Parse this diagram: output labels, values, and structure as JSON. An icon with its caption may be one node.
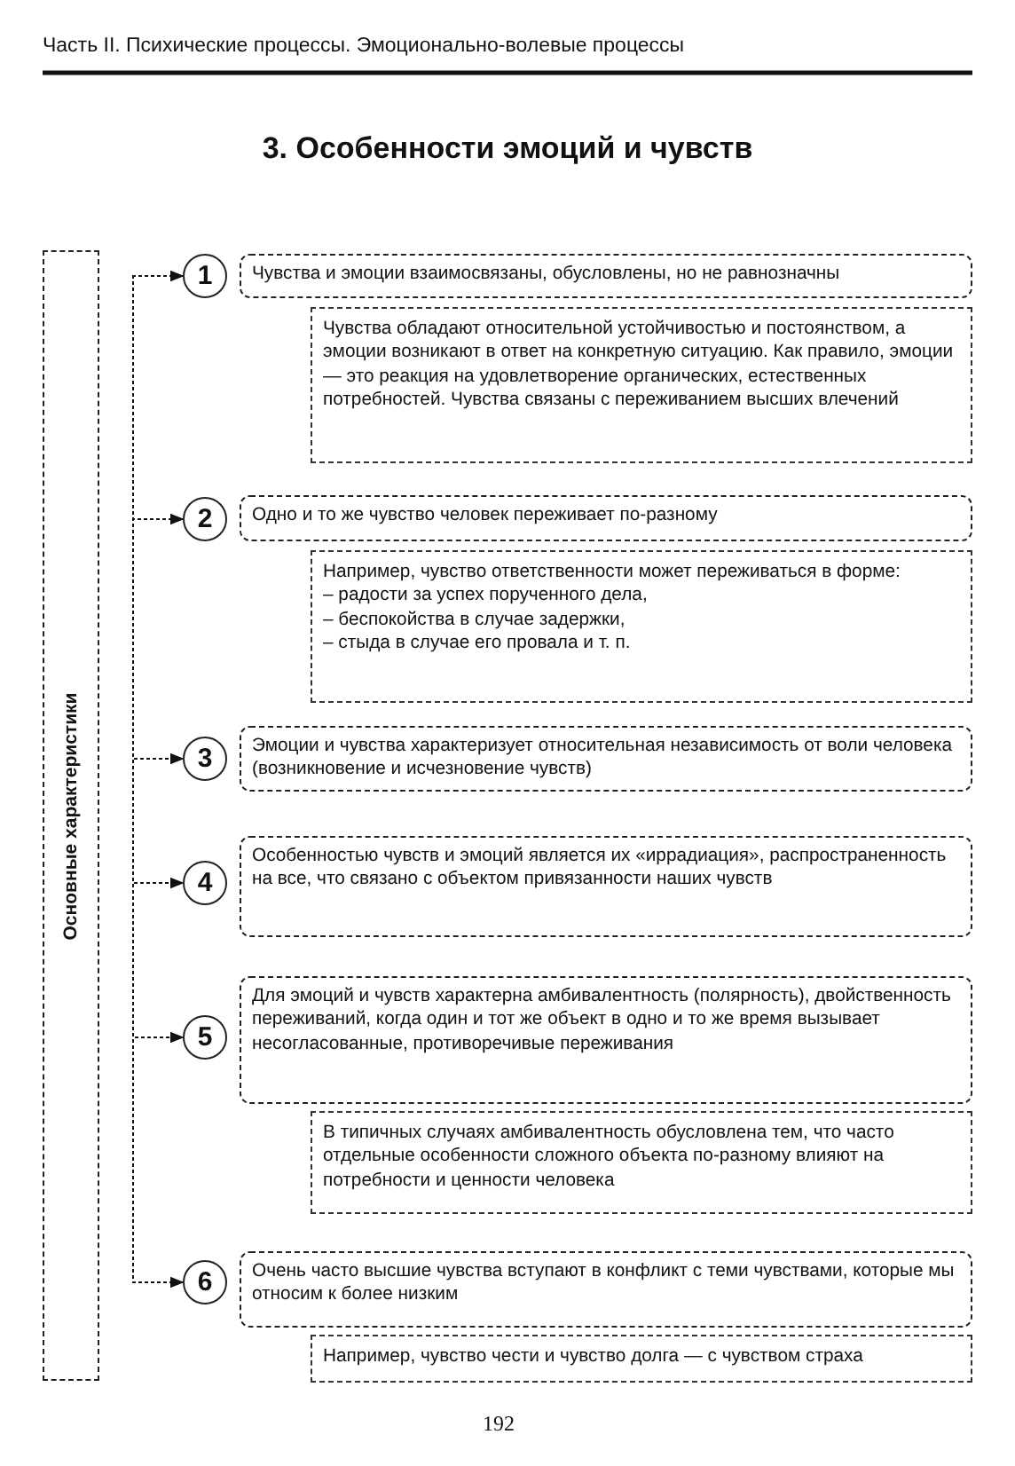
{
  "diagram": {
    "title": "3. Особенности эмоций и чувств",
    "nodes": [
      {
        "text": [
          "Основные характеристики"
        ]
      },
      {
        "text": [
          "1"
        ]
      },
      {
        "text": [
          "Чувства и эмоции взаимосвязаны, обусловлены, но не равнозначны"
        ]
      },
      {
        "text": [
          "Чувства обладают относительной устойчивостью и постоянством, а эмоции возникают в ответ на конкретную ситуацию. Как правило, эмоции — это реакция на удовлетворение органических, естественных потребностей. Чувства связаны с переживанием высших влечений"
        ]
      },
      {
        "text": [
          "2"
        ]
      },
      {
        "text": [
          "Одно и то же чувство человек переживает по-разному"
        ]
      },
      {
        "text": [
          "Например, чувство ответственности может переживаться в форме:",
          "– радости за успех порученного дела,",
          "– беспокойства в случае задержки,",
          "– стыда в случае его провала и т. п."
        ]
      },
      {
        "text": [
          "3"
        ]
      },
      {
        "text": [
          "Эмоции и чувства характеризует относительная независимость от воли человека (возникновение и исчезновение чувств)"
        ]
      },
      {
        "text": [
          "4"
        ]
      },
      {
        "text": [
          "Особенностью чувств и эмоций является их «иррадиация», распространенность на все, что связано с объектом привязанности наших чувств"
        ]
      },
      {
        "text": [
          "5"
        ]
      },
      {
        "text": [
          "Для эмоций и чувств характерна амбивалентность (полярность), двойственность переживаний, когда один и тот же объект в одно и то же время вызывает несогласованные, противоречивые переживания"
        ]
      },
      {
        "text": [
          "В типичных случаях амбивалентность обусловлена тем, что часто отдельные особенности сложного объекта по-разному влияют на потребности и ценности человека"
        ]
      },
      {
        "text": [
          "6"
        ]
      },
      {
        "text": [
          "Очень часто высшие чувства вступают в конфликт с теми чувствами, которые мы относим к более низким"
        ]
      },
      {
        "text": [
          "Например, чувство чести и чувство долга — с чувством страха"
        ]
      }
    ],
    "edges": [
      {
        "from": null,
        "to": 1,
        "arrow": "to"
      },
      {
        "from": null,
        "to": 4,
        "arrow": "to"
      },
      {
        "from": null,
        "to": 7,
        "arrow": "to"
      },
      {
        "from": null,
        "to": 9,
        "arrow": "to"
      },
      {
        "from": null,
        "to": 11,
        "arrow": "to"
      },
      {
        "from": null,
        "to": 14,
        "arrow": "to"
      }
    ],
    "labels": [
      "Часть II. Психические процессы. Эмоционально-волевые процессы",
      "192"
    ]
  }
}
